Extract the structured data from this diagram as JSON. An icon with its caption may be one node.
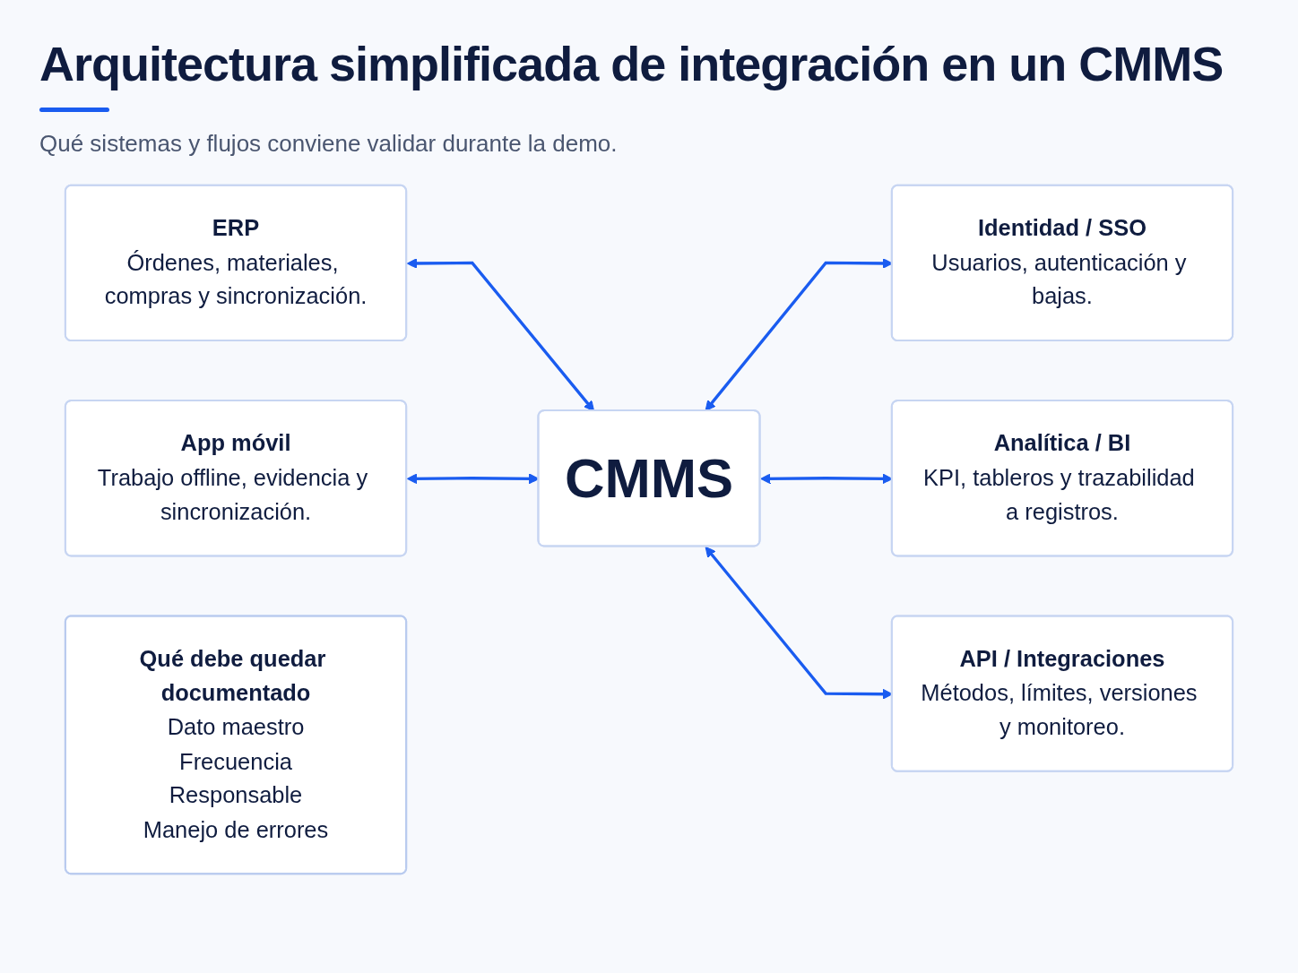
{
  "diagram": {
    "title": "Arquitectura simplificada de integración en un CMMS",
    "nodes": [
      {
        "text": [
          "ERP",
          "Órdenes, materiales, compras y sincronización."
        ]
      },
      {
        "text": [
          "CMMS"
        ]
      },
      {
        "text": [
          "Identidad / SSO",
          "Usuarios, autenticación y bajas."
        ]
      },
      {
        "text": [
          "App móvil",
          "Trabajo offline, evidencia y sincronización."
        ]
      },
      {
        "text": [
          "Analítica / BI",
          "KPI, tableros y trazabilidad a registros."
        ]
      },
      {
        "text": [
          "API / Integraciones",
          "Métodos, límites, versiones y monitoreo."
        ]
      },
      {
        "text": [
          "Qué debe quedar documentado",
          "Dato maestro",
          "Frecuencia",
          "Responsable",
          "Manejo de errores"
        ]
      }
    ],
    "edges": [
      {
        "from": 0,
        "to": 1,
        "arrow": "both"
      },
      {
        "from": 1,
        "to": 2,
        "arrow": "both"
      },
      {
        "from": 3,
        "to": 1,
        "arrow": "both"
      },
      {
        "from": 1,
        "to": 4,
        "arrow": "both"
      },
      {
        "from": 1,
        "to": 5,
        "arrow": "both"
      }
    ],
    "labels": [
      "Qué sistemas y flujos conviene validar durante la demo."
    ]
  }
}
